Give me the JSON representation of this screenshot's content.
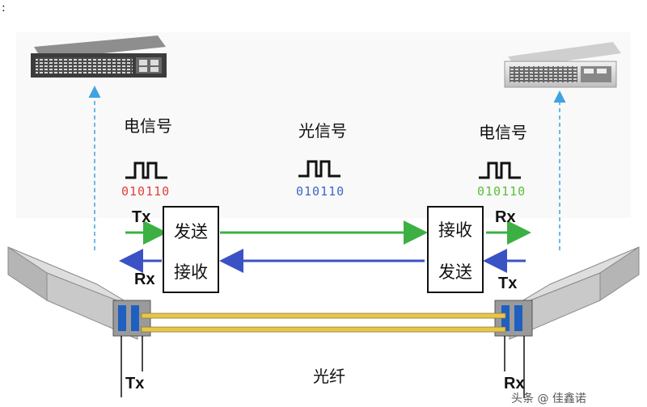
{
  "corner_mark": ":",
  "labels": {
    "left_signal": "电信号",
    "center_signal": "光信号",
    "right_signal": "电信号",
    "bits_left": "010110",
    "bits_center": "010110",
    "bits_right": "010110",
    "tx_left_top": "Tx",
    "rx_left_top": "Rx",
    "rx_right_top": "Rx",
    "tx_right_top": "Tx",
    "tx_left_bottom": "Tx",
    "rx_right_bottom": "Rx",
    "fiber": "光纤"
  },
  "left_box": {
    "top": "发送",
    "bottom": "接收"
  },
  "right_box": {
    "top": "接收",
    "bottom": "发送"
  },
  "watermark": "头条 @ 佳鑫诺",
  "colors": {
    "bits_left": "#e0413a",
    "bits_center": "#3d68c6",
    "bits_right": "#58c03a",
    "green_arrow": "#3cb043",
    "blue_arrow": "#3a52c4",
    "dashed_up": "#3fa3e0",
    "fiber": "#e8c64a"
  }
}
